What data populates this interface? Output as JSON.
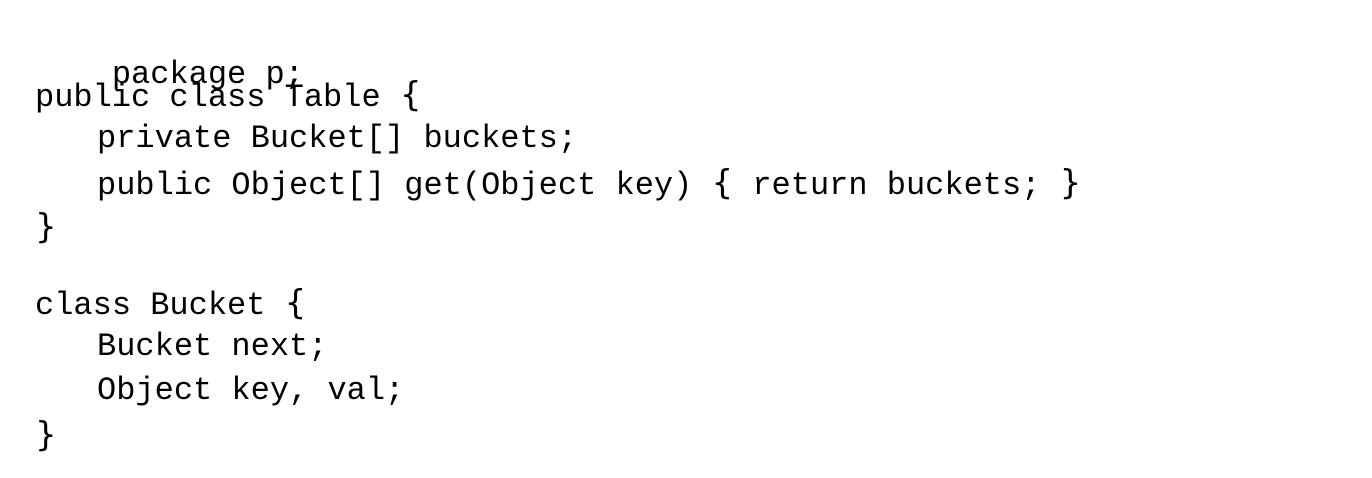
{
  "code": {
    "package_line": "package p;",
    "table_class": {
      "declaration": "public class Table ",
      "open_brace": "{",
      "field": "private Bucket[] buckets;",
      "method_signature": "public Object[] get(Object key) ",
      "method_open_brace": "{",
      "method_body": " return buckets; ",
      "method_close_brace": "}",
      "close_brace": "}"
    },
    "bucket_class": {
      "declaration": "class Bucket ",
      "open_brace": "{",
      "field_next": "Bucket next;",
      "field_key_val": "Object key, val;",
      "close_brace": "}"
    }
  }
}
